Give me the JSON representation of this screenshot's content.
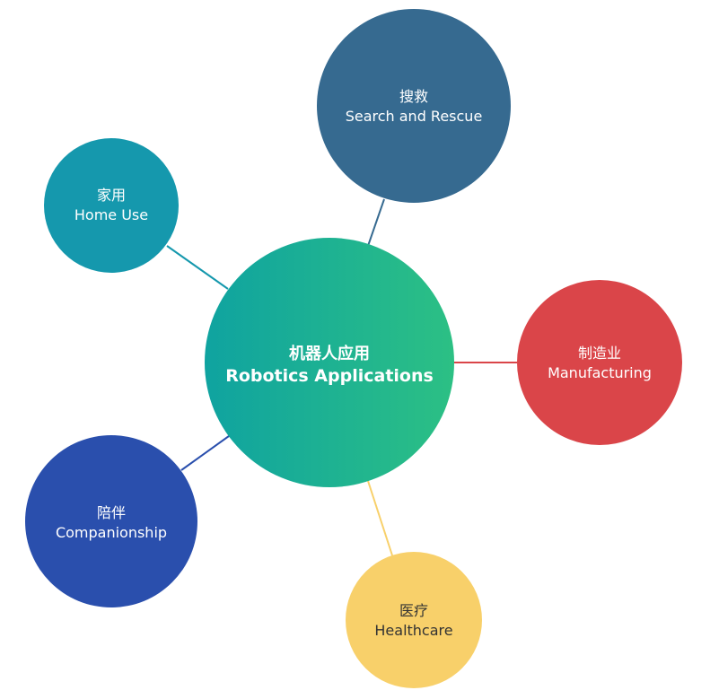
{
  "center": {
    "label_zh": "机器人应用",
    "label_en": "Robotics Applications",
    "gradient": [
      "#0fa3a0",
      "#2cc084"
    ]
  },
  "nodes": [
    {
      "id": "search-rescue",
      "label_zh": "搜救",
      "label_en": "Search and Rescue",
      "color": "#366a90",
      "line_color": "#366a90",
      "text_color": "#ffffff"
    },
    {
      "id": "home-use",
      "label_zh": "家用",
      "label_en": "Home Use",
      "color": "#1598ad",
      "line_color": "#1598ad",
      "text_color": "#ffffff"
    },
    {
      "id": "manufacturing",
      "label_zh": "制造业",
      "label_en": "Manufacturing",
      "color": "#da4549",
      "line_color": "#da4549",
      "text_color": "#ffffff"
    },
    {
      "id": "companionship",
      "label_zh": "陪伴",
      "label_en": "Companionship",
      "color": "#2a4fad",
      "line_color": "#2a4fad",
      "text_color": "#ffffff"
    },
    {
      "id": "healthcare",
      "label_zh": "医疗",
      "label_en": "Healthcare",
      "color": "#f8d06a",
      "line_color": "#f8d06a",
      "text_color": "#333333"
    }
  ]
}
